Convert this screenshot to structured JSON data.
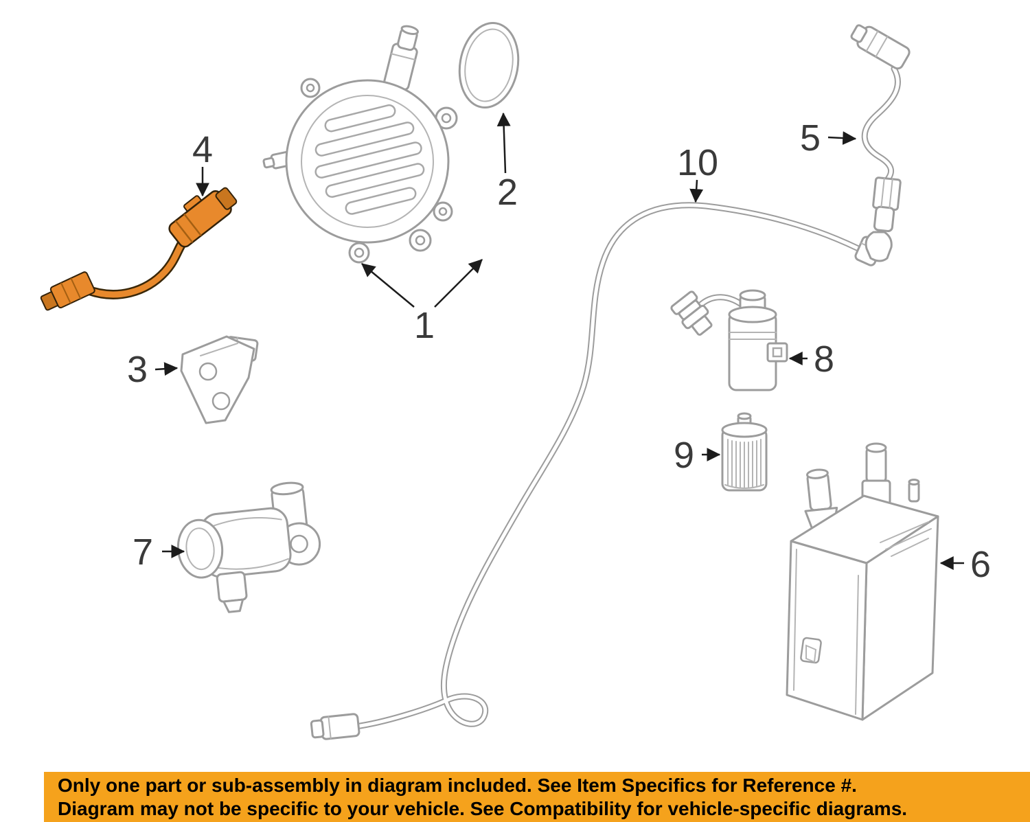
{
  "callouts": [
    {
      "number": "1",
      "part": "vacuum-pump"
    },
    {
      "number": "2",
      "part": "o-ring-seal"
    },
    {
      "number": "3",
      "part": "mounting-bracket"
    },
    {
      "number": "4",
      "part": "oxygen-sensor-highlighted"
    },
    {
      "number": "5",
      "part": "oxygen-sensor"
    },
    {
      "number": "6",
      "part": "charcoal-canister"
    },
    {
      "number": "7",
      "part": "leak-detection-pump"
    },
    {
      "number": "8",
      "part": "purge-valve"
    },
    {
      "number": "9",
      "part": "filter-element"
    },
    {
      "number": "10",
      "part": "vent-hose"
    }
  ],
  "banner": {
    "line1": "Only one part or sub-assembly in diagram included. See Item Specifics for Reference #.",
    "line2": "Diagram may not be specific to your vehicle. See Compatibility for vehicle-specific diagrams.",
    "background_color": "#F5A21C",
    "text_color": "#000000"
  },
  "colors": {
    "highlight_part": "#E8892C",
    "highlight_dark": "#C9761F",
    "line_art": "#9C9C9C",
    "callout_text": "#3A3A3A"
  }
}
